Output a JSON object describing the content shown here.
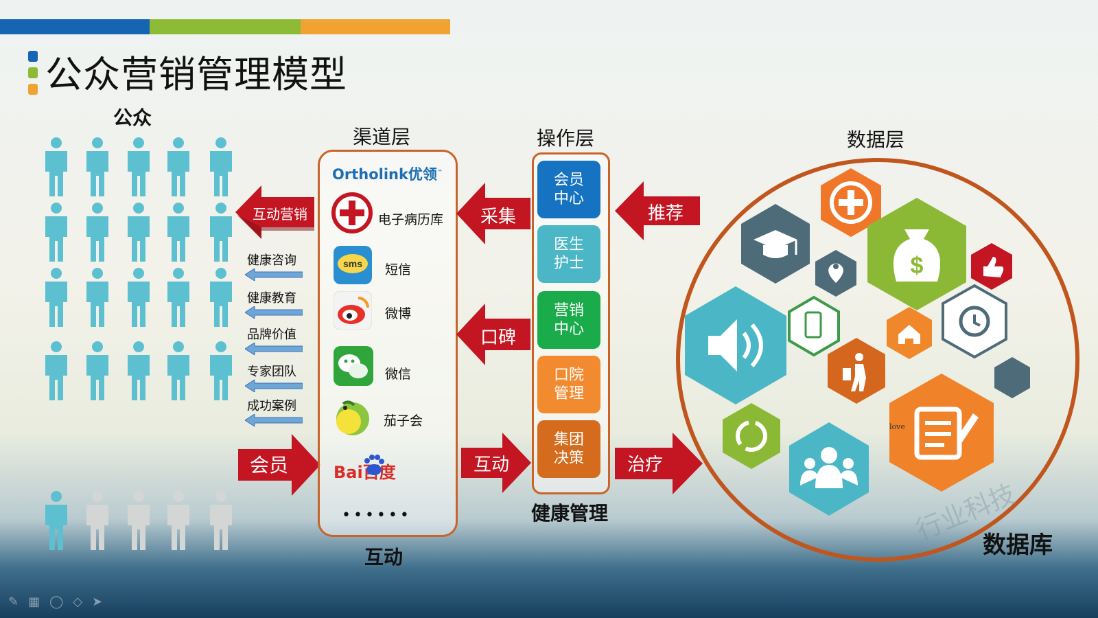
{
  "title": "公众营销管理模型",
  "colors": {
    "blue": "#1565b3",
    "green": "#8dbb35",
    "orange": "#f0a233",
    "red": "#c31622",
    "teal": "#5cc0d0",
    "frame": "#c8632a"
  },
  "public": {
    "heading": "公众",
    "person_count": 25,
    "highlighted_count": 21
  },
  "left_arrows": {
    "big_top": "互动营销",
    "small": [
      "健康咨询",
      "健康教育",
      "品牌价值",
      "专家团队",
      "成功案例"
    ],
    "big_bottom": "会员"
  },
  "channel": {
    "heading": "渠道层",
    "logo_text": "Ortholink优领",
    "items": [
      {
        "label": "电子病历库",
        "icon": "medical-cross-icon"
      },
      {
        "label": "短信",
        "icon": "sms-icon"
      },
      {
        "label": "微博",
        "icon": "weibo-icon"
      },
      {
        "label": "微信",
        "icon": "wechat-icon"
      },
      {
        "label": "茄子会",
        "icon": "eggplant-icon"
      }
    ],
    "baidu_text": "Bai百度",
    "more": "••••••",
    "caption": "互动"
  },
  "middle_arrows": {
    "top": "采集",
    "mid": "口碑",
    "bottom": "互动"
  },
  "operation": {
    "heading": "操作层",
    "boxes": [
      {
        "line1": "会员",
        "line2": "中心",
        "color": "#1573c1"
      },
      {
        "line1": "医生",
        "line2": "护士",
        "color": "#4bb6c6"
      },
      {
        "line1": "营销",
        "line2": "中心",
        "color": "#1aab4b"
      },
      {
        "line1": "口院",
        "line2": "管理",
        "color": "#f28a2f"
      },
      {
        "line1": "集团",
        "line2": "决策",
        "color": "#d56b1c"
      }
    ],
    "caption": "健康管理"
  },
  "right_arrows": {
    "top": "推荐",
    "bottom": "治疗"
  },
  "data": {
    "heading": "数据层",
    "caption": "数据库",
    "small_text": "love",
    "watermark": "行业科技"
  }
}
